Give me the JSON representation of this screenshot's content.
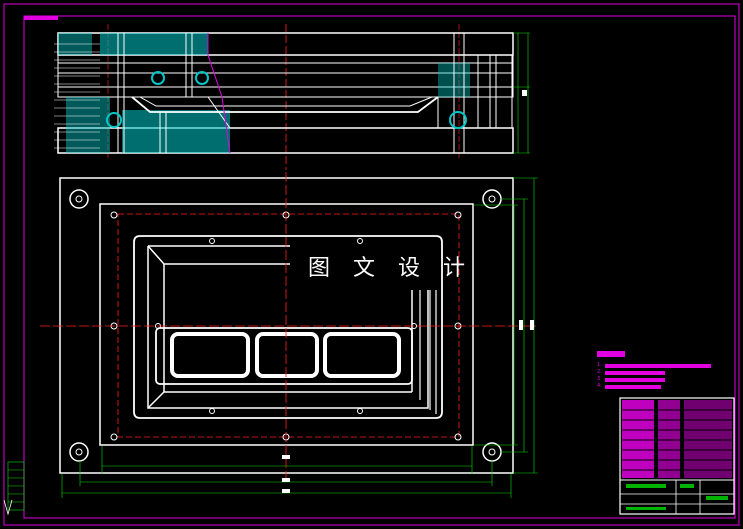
{
  "watermark_text": "图 文 设 计",
  "colors": {
    "background": "#000000",
    "outline": "#ffffff",
    "frame": "#e000e0",
    "centerline": "#ff2020",
    "dimension": "#00e000",
    "hatch": "#00c8c8",
    "boss": "#00c8c8"
  },
  "technical_notes": [
    "1.",
    "2.",
    "3.",
    "4."
  ]
}
